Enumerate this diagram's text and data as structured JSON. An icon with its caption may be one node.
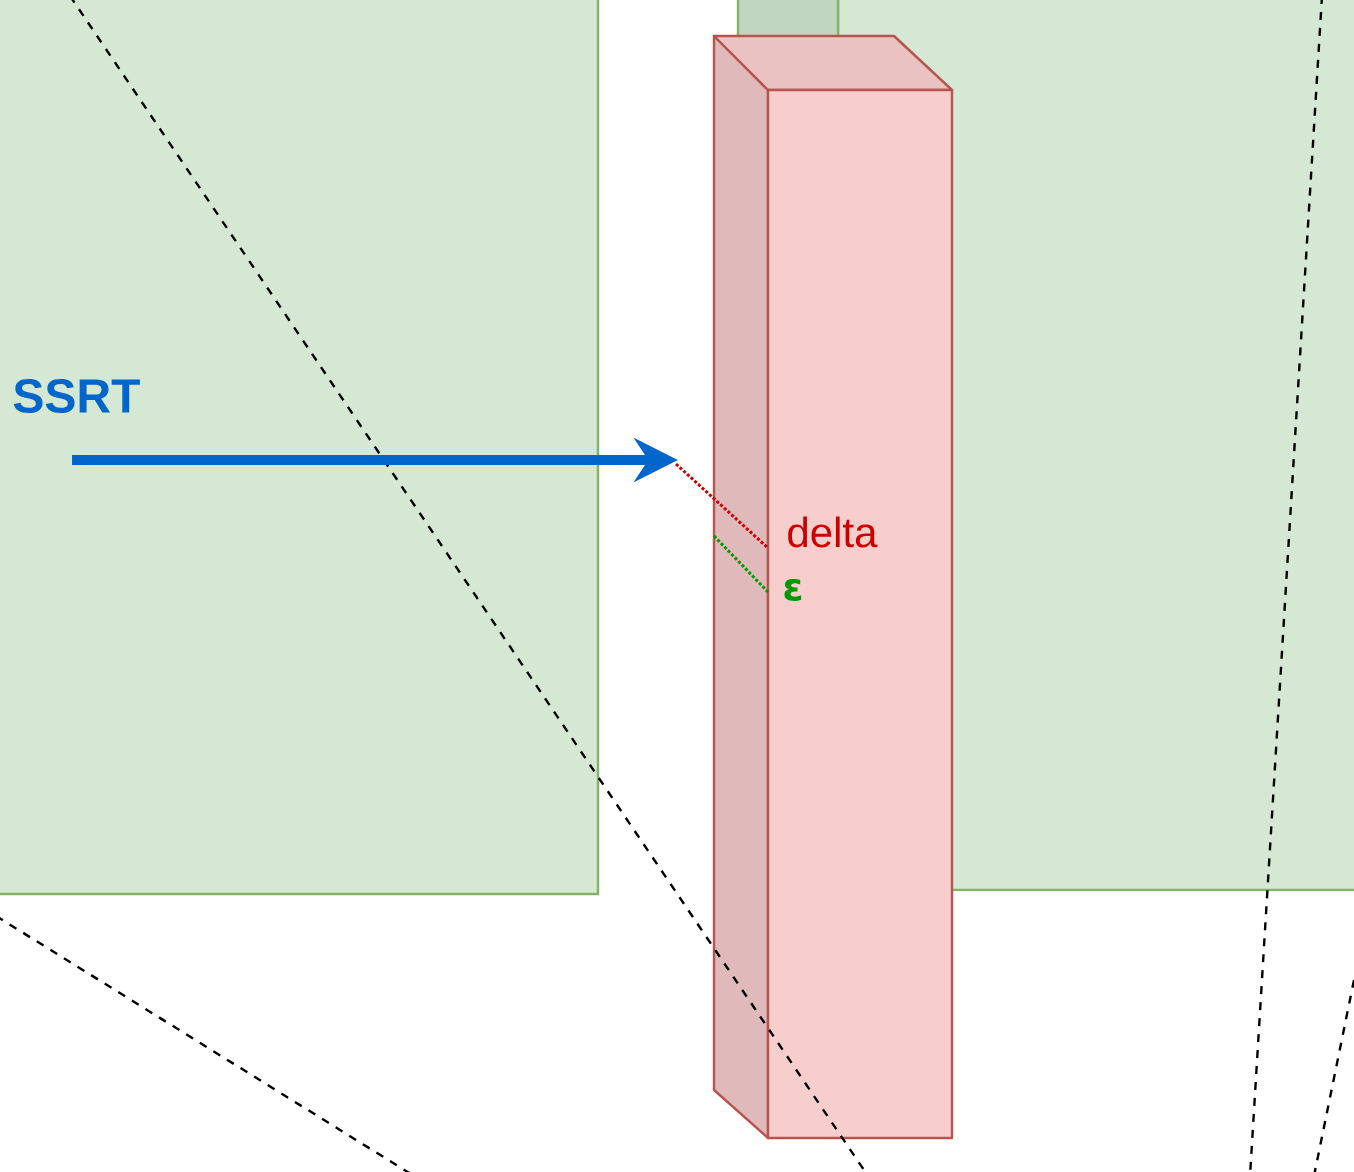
{
  "diagram": {
    "labels": [
      "SSRT",
      "delta",
      "ε"
    ]
  }
}
